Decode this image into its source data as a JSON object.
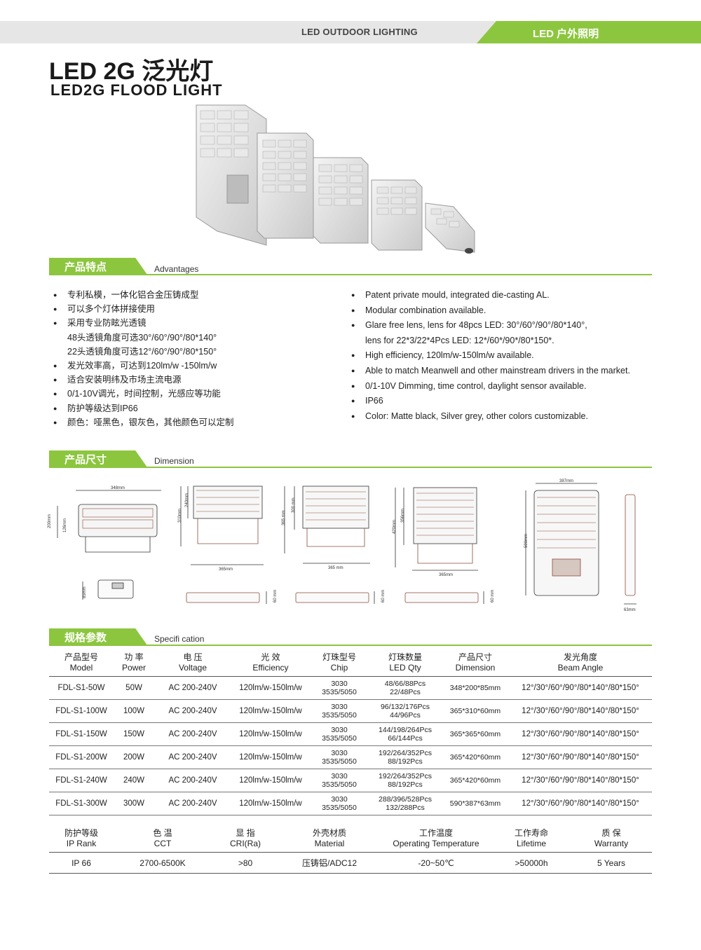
{
  "header": {
    "category_en": "LED OUTDOOR LIGHTING",
    "category_cn": "LED 户外照明",
    "accent_color": "#8cc63f"
  },
  "title": {
    "cn": "LED 2G 泛光灯",
    "en": "LED2G FLOOD LIGHT"
  },
  "advantages": {
    "tab_cn": "产品特点",
    "tab_en": "Advantages",
    "items_cn": [
      {
        "text": "专利私模，一体化铝合金压铸成型",
        "bullet": true
      },
      {
        "text": "可以多个灯体拼接使用",
        "bullet": true
      },
      {
        "text": "采用专业防眩光透镜",
        "bullet": true
      },
      {
        "text": "48头透镜角度可选30°/60°/90°/80*140°",
        "bullet": false
      },
      {
        "text": "22头透镜角度可选12°/60°/90°/80*150°",
        "bullet": false
      },
      {
        "text": "发光效率高，可达到120lm/w -150lm/w",
        "bullet": true
      },
      {
        "text": "适合安装明纬及市场主流电源",
        "bullet": true
      },
      {
        "text": "0/1-10V调光，时间控制，光感应等功能",
        "bullet": true
      },
      {
        "text": "防护等级达到IP66",
        "bullet": true
      },
      {
        "text": "颜色：哑黑色，银灰色，其他颜色可以定制",
        "bullet": true
      }
    ],
    "items_en": [
      {
        "text": "Patent private mould, integrated die-casting AL.",
        "bullet": true
      },
      {
        "text": "Modular combination available.",
        "bullet": true
      },
      {
        "text": "Glare free lens, lens for 48pcs LED: 30°/60°/90°/80*140°,",
        "bullet": true
      },
      {
        "text": "lens for 22*3/22*4Pcs LED: 12*/60*/90*/80*150*.",
        "bullet": false
      },
      {
        "text": "High efficiency, 120lm/w-150lm/w available.",
        "bullet": true
      },
      {
        "text": "Able to match Meanwell and other mainstream drivers in the market.",
        "bullet": true
      },
      {
        "text": "0/1-10V Dimming, time control, daylight sensor available.",
        "bullet": true
      },
      {
        "text": "IP66",
        "bullet": true
      },
      {
        "text": "Color: Matte black, Silver grey, other colors customizable.",
        "bullet": true
      }
    ]
  },
  "dimension": {
    "tab_cn": "产品尺寸",
    "tab_en": "Dimension",
    "labels": {
      "d1_width": "348mm",
      "d1_height": "200mm",
      "d1_inner": "126mm",
      "d1_depth": "85mm",
      "d2_height": "310mm",
      "d2_inner": "240mm",
      "d2_width": "365mm",
      "d2_depth": "60 mm",
      "d3_height": "365 mm",
      "d3_inner": "300 mm",
      "d3_width": "365 mm",
      "d3_depth": "60 mm",
      "d4_height": "420mm",
      "d4_inner": "356mm",
      "d4_width": "365mm",
      "d4_depth": "60 mm",
      "d5_width": "387mm",
      "d5_height": "590mm",
      "d5_depth": "63mm"
    }
  },
  "specification": {
    "tab_cn": "规格参数",
    "tab_en": "Specifi cation",
    "columns": [
      {
        "cn": "产品型号",
        "en": "Model"
      },
      {
        "cn": "功 率",
        "en": "Power"
      },
      {
        "cn": "电 压",
        "en": "Voltage"
      },
      {
        "cn": "光 效",
        "en": "Efficiency"
      },
      {
        "cn": "灯珠型号",
        "en": "Chip"
      },
      {
        "cn": "灯珠数量",
        "en": "LED Qty"
      },
      {
        "cn": "产品尺寸",
        "en": "Dimension"
      },
      {
        "cn": "发光角度",
        "en": "Beam Angle"
      }
    ],
    "rows": [
      {
        "model": "FDL-S1-50W",
        "power": "50W",
        "voltage": "AC 200-240V",
        "efficiency": "120lm/w-150lm/w",
        "chip1": "3030",
        "chip2": "3535/5050",
        "qty1": "48/66/88Pcs",
        "qty2": "22/48Pcs",
        "dimension": "348*200*85mm",
        "beam": "12°/30°/60°/90°/80*140°/80*150°"
      },
      {
        "model": "FDL-S1-100W",
        "power": "100W",
        "voltage": "AC 200-240V",
        "efficiency": "120lm/w-150lm/w",
        "chip1": "3030",
        "chip2": "3535/5050",
        "qty1": "96/132/176Pcs",
        "qty2": "44/96Pcs",
        "dimension": "365*310*60mm",
        "beam": "12°/30°/60°/90°/80*140°/80*150°"
      },
      {
        "model": "FDL-S1-150W",
        "power": "150W",
        "voltage": "AC 200-240V",
        "efficiency": "120lm/w-150lm/w",
        "chip1": "3030",
        "chip2": "3535/5050",
        "qty1": "144/198/264Pcs",
        "qty2": "66/144Pcs",
        "dimension": "365*365*60mm",
        "beam": "12°/30°/60°/90°/80*140°/80*150°"
      },
      {
        "model": "FDL-S1-200W",
        "power": "200W",
        "voltage": "AC 200-240V",
        "efficiency": "120lm/w-150lm/w",
        "chip1": "3030",
        "chip2": "3535/5050",
        "qty1": "192/264/352Pcs",
        "qty2": "88/192Pcs",
        "dimension": "365*420*60mm",
        "beam": "12°/30°/60°/90°/80*140°/80*150°"
      },
      {
        "model": "FDL-S1-240W",
        "power": "240W",
        "voltage": "AC 200-240V",
        "efficiency": "120lm/w-150lm/w",
        "chip1": "3030",
        "chip2": "3535/5050",
        "qty1": "192/264/352Pcs",
        "qty2": "88/192Pcs",
        "dimension": "365*420*60mm",
        "beam": "12°/30°/60°/90°/80*140°/80*150°"
      },
      {
        "model": "FDL-S1-300W",
        "power": "300W",
        "voltage": "AC 200-240V",
        "efficiency": "120lm/w-150lm/w",
        "chip1": "3030",
        "chip2": "3535/5050",
        "qty1": "288/396/528Pcs",
        "qty2": "132/288Pcs",
        "dimension": "590*387*63mm",
        "beam": "12°/30°/60°/90°/80*140°/80*150°"
      }
    ],
    "extra_columns": [
      {
        "cn": "防护等级",
        "en": "IP Rank"
      },
      {
        "cn": "色 温",
        "en": "CCT"
      },
      {
        "cn": "显 指",
        "en": "CRI(Ra)"
      },
      {
        "cn": "外壳材质",
        "en": "Material"
      },
      {
        "cn": "工作温度",
        "en": "Operating Temperature"
      },
      {
        "cn": "工作寿命",
        "en": "Lifetime"
      },
      {
        "cn": "质 保",
        "en": "Warranty"
      }
    ],
    "extra_values": [
      "IP 66",
      "2700-6500K",
      ">80",
      "压铸铝/ADC12",
      "-20~50℃",
      ">50000h",
      "5 Years"
    ]
  }
}
